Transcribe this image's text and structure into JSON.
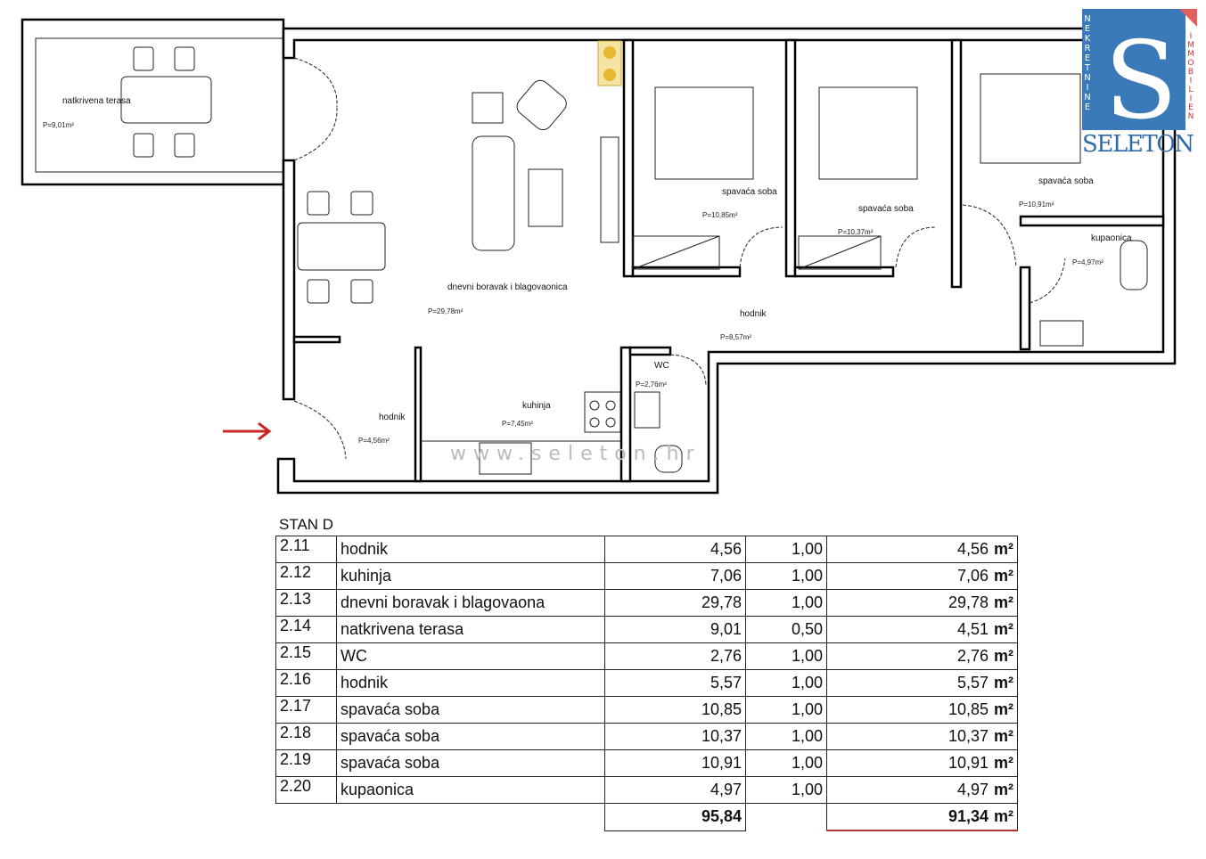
{
  "plan": {
    "rooms": [
      {
        "name": "natkrivena terasa",
        "area": "P=9,01m²"
      },
      {
        "name": "dnevni boravak i blagovaonica",
        "area": "P=29,78m²"
      },
      {
        "name": "hodnik",
        "area": "P=4,56m²"
      },
      {
        "name": "kuhinja",
        "area": "P=7,45m²"
      },
      {
        "name": "WC",
        "area": "P=2,76m²"
      },
      {
        "name": "hodnik",
        "area": "P=8,57m²"
      },
      {
        "name": "spavaća soba",
        "area": "P=10,85m²"
      },
      {
        "name": "spavaća soba",
        "area": "P=10,37m²"
      },
      {
        "name": "spavaća soba",
        "area": "P=10,91m²"
      },
      {
        "name": "kupaonica",
        "area": "P=4,97m²"
      }
    ],
    "watermark": "www.seleton.hr",
    "entrance_arrow_color": "#c62828"
  },
  "logo": {
    "left": "NEKRETNINE",
    "right": "IMMOBILIEN",
    "brand": "SELETON",
    "letter": "S",
    "color": "#3a7ab8",
    "accent": "#e06060"
  },
  "table": {
    "title": "STAN D",
    "unit": "m²",
    "rows": [
      {
        "no": "2.11",
        "name": "hodnik",
        "area": "4,56",
        "coef": "1,00",
        "net": "4,56"
      },
      {
        "no": "2.12",
        "name": "kuhinja",
        "area": "7,06",
        "coef": "1,00",
        "net": "7,06"
      },
      {
        "no": "2.13",
        "name": "dnevni boravak i blagovaona",
        "area": "29,78",
        "coef": "1,00",
        "net": "29,78"
      },
      {
        "no": "2.14",
        "name": "natkrivena terasa",
        "area": "9,01",
        "coef": "0,50",
        "net": "4,51"
      },
      {
        "no": "2.15",
        "name": "WC",
        "area": "2,76",
        "coef": "1,00",
        "net": "2,76"
      },
      {
        "no": "2.16",
        "name": "hodnik",
        "area": "5,57",
        "coef": "1,00",
        "net": "5,57"
      },
      {
        "no": "2.17",
        "name": "spavaća soba",
        "area": "10,85",
        "coef": "1,00",
        "net": "10,85"
      },
      {
        "no": "2.18",
        "name": "spavaća soba",
        "area": "10,37",
        "coef": "1,00",
        "net": "10,37"
      },
      {
        "no": "2.19",
        "name": "spavaća soba",
        "area": "10,91",
        "coef": "1,00",
        "net": "10,91"
      },
      {
        "no": "2.20",
        "name": "kupaonica",
        "area": "4,97",
        "coef": "1,00",
        "net": "4,97"
      }
    ],
    "total_area": "95,84",
    "total_net": "91,34"
  }
}
